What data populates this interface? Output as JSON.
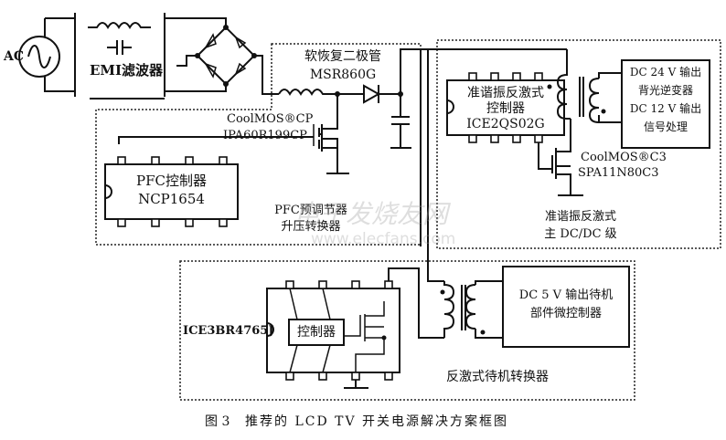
{
  "ac_source": {
    "label": "AC"
  },
  "emi_filter": {
    "label": "EMI滤波器"
  },
  "boost_diode": {
    "title": "软恢复二极管",
    "part": "MSR860G"
  },
  "pfc_mosfet": {
    "series": "CoolMOS®CP",
    "part": "IPA60R199CP"
  },
  "pfc_controller": {
    "title": "PFC控制器",
    "part": "NCP1654"
  },
  "pfc_stage": {
    "line1": "PFC预调节器",
    "line2": "升压转换器"
  },
  "qr_controller": {
    "line1": "准谐振反激式",
    "line2": "控制器",
    "part": "ICE2QS02G"
  },
  "qr_mosfet": {
    "series": "CoolMOS®C3",
    "part": "SPA11N80C3"
  },
  "main_outputs": {
    "line1": "DC 24 V 输出",
    "line2": "背光逆变器",
    "line3": "DC 12 V 输出",
    "line4": "信号处理"
  },
  "main_stage": {
    "line1": "准谐振反激式",
    "line2": "主 DC/DC 级"
  },
  "standby_ic": {
    "part": "ICE3BR4765J",
    "inner_label": "控制器"
  },
  "standby_output": {
    "line1": "DC 5 V 输出待机",
    "line2": "部件微控制器"
  },
  "standby_stage": {
    "label": "反激式待机转换器"
  },
  "caption": {
    "figure": "图 3",
    "text": "推荐的 LCD TV 开关电源解决方案框图"
  },
  "watermark": {
    "cn": "电子发烧友网",
    "url": "www.elecfans.com"
  }
}
